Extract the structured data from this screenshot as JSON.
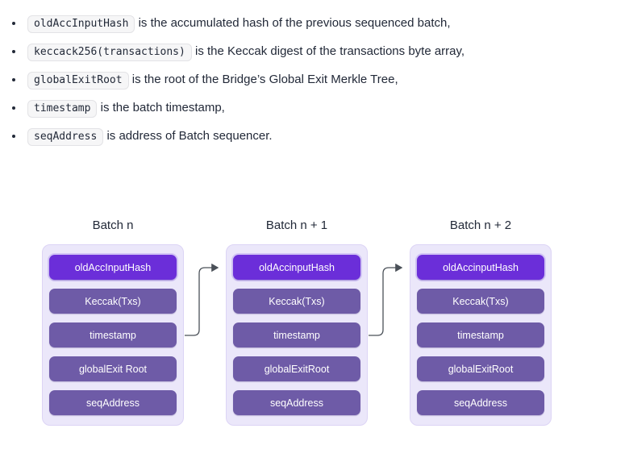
{
  "colors": {
    "text": "#222938",
    "code_bg": "#f6f6f7",
    "code_border": "#e3e3e6",
    "box_bg": "#ebe7fa",
    "box_border": "#dcd4f5",
    "row_purple": "#6e5ba7",
    "row_highlight": "#6b2ed9",
    "row_text": "#ffffff",
    "connector": "#4a5058"
  },
  "bullets": [
    {
      "code": "oldAccInputHash",
      "text": " is the accumulated hash of the previous sequenced batch,"
    },
    {
      "code": "keccack256(transactions)",
      "text": " is the Keccak digest of the transactions byte array,"
    },
    {
      "code": "globalExitRoot",
      "text": " is the root of the Bridge’s Global Exit Merkle Tree,"
    },
    {
      "code": "timestamp",
      "text": " is the batch timestamp,"
    },
    {
      "code": "seqAddress",
      "text": " is address of Batch sequencer."
    }
  ],
  "diagram": {
    "batches": [
      {
        "label": "Batch n",
        "rows": [
          "oldAccInputHash",
          "Keccak(Txs)",
          "timestamp",
          "globalExit Root",
          "seqAddress"
        ]
      },
      {
        "label": "Batch n + 1",
        "rows": [
          "oldAccinputHash",
          "Keccak(Txs)",
          "timestamp",
          "globalExitRoot",
          "seqAddress"
        ]
      },
      {
        "label": "Batch n + 2",
        "rows": [
          "oldAccinputHash",
          "Keccak(Txs)",
          "timestamp",
          "globalExitRoot",
          "seqAddress"
        ]
      }
    ]
  }
}
